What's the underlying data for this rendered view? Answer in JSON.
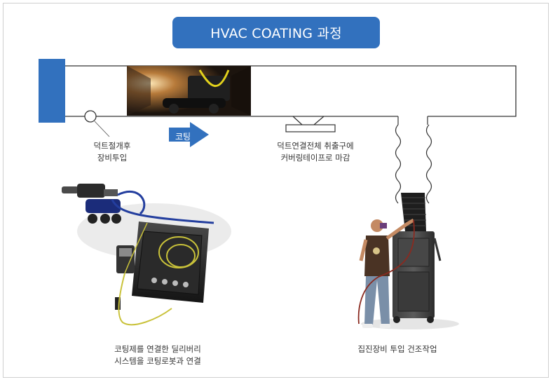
{
  "title": "HVAC COATING 과정",
  "arrow_label": "코팅",
  "captions": {
    "inlet": [
      "덕트절개후",
      "장비투입"
    ],
    "connection": [
      "덕트연결전체 취출구에",
      "커버링테이프로 마감"
    ],
    "delivery": [
      "코팅제를 연결한 딜리버리",
      "시스템을 코팅로봇과 연결"
    ],
    "dust": [
      "집진장비 투입 건조작업"
    ]
  },
  "colors": {
    "accent": "#3271be",
    "duct_line": "#333333",
    "frame": "#cfcfcf"
  },
  "icons": [
    "duct-cap-block",
    "inlet-circle-marker",
    "coating-arrow",
    "duct-photo-inset",
    "robot-delivery-system",
    "dust-collector-worker"
  ]
}
